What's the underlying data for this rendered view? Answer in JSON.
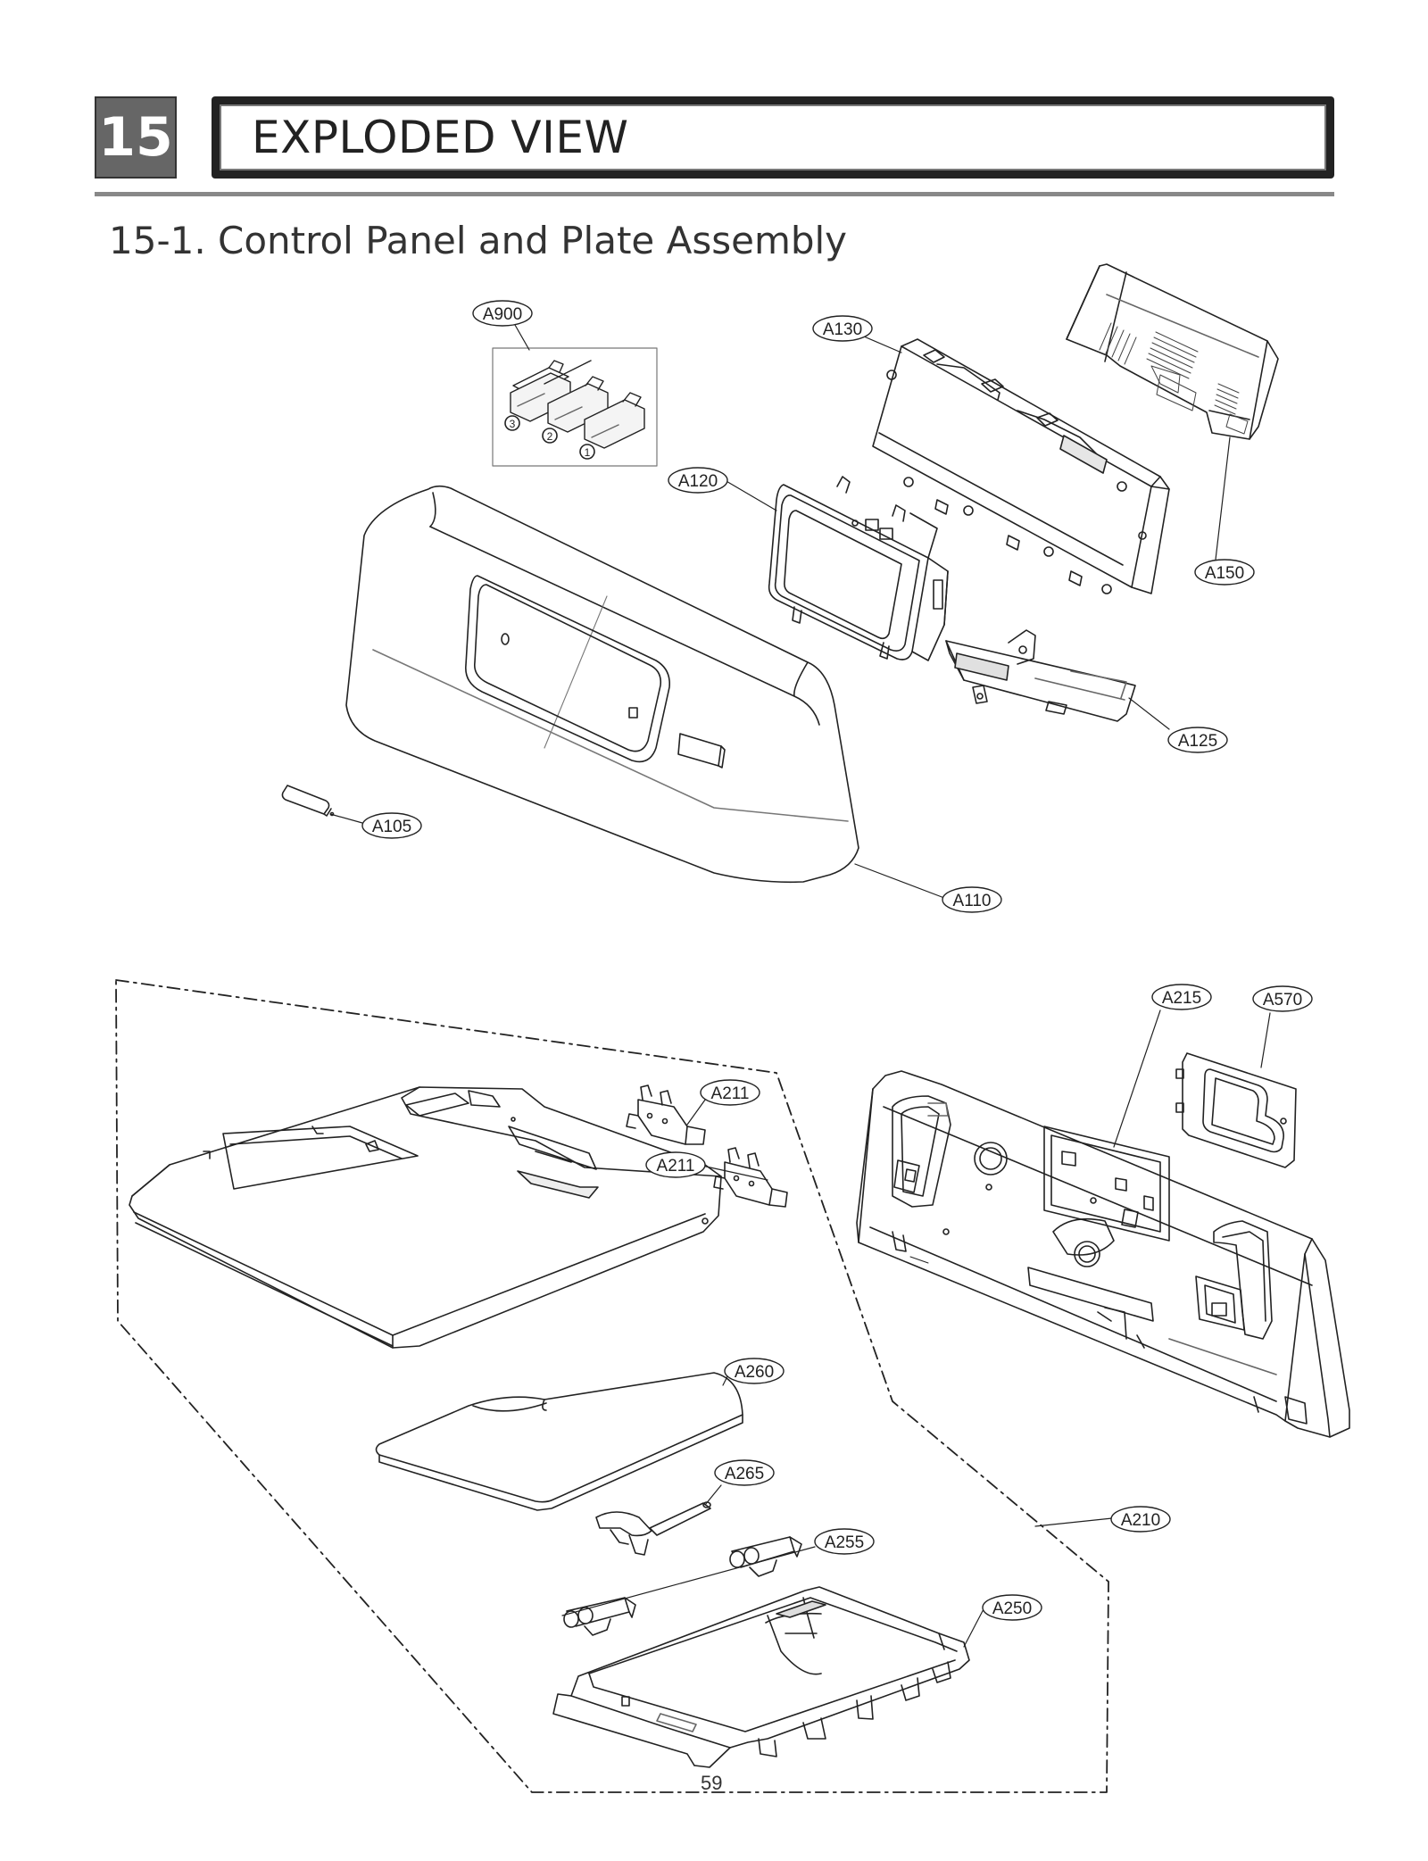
{
  "header": {
    "section_number": "15",
    "section_title": "EXPLODED VIEW",
    "subsection_title": "15-1. Control Panel and Plate Assembly"
  },
  "page_number": "59",
  "callouts": {
    "A900": "A900",
    "A130": "A130",
    "A120": "A120",
    "A150": "A150",
    "A125": "A125",
    "A105": "A105",
    "A110": "A110",
    "A215": "A215",
    "A570": "A570",
    "A211a": "A211",
    "A211b": "A211",
    "A260": "A260",
    "A265": "A265",
    "A255": "A255",
    "A210": "A210",
    "A250": "A250"
  },
  "variant_markers": [
    "3",
    "2",
    "1"
  ],
  "colors": {
    "ink": "#222222",
    "badge": "#666666",
    "rule": "#888888"
  }
}
